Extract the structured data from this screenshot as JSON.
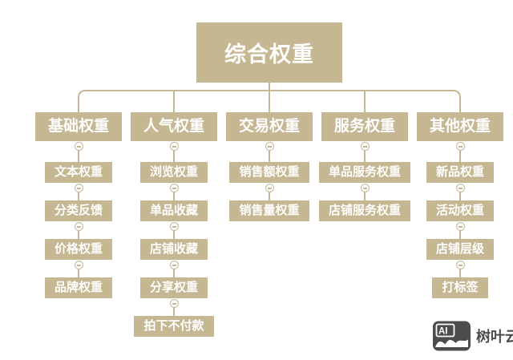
{
  "root": {
    "label": "综合权重"
  },
  "columns": [
    {
      "title": "基础权重",
      "children": [
        "文本权重",
        "分类反馈",
        "价格权重",
        "品牌权重"
      ]
    },
    {
      "title": "人气权重",
      "children": [
        "浏览权重",
        "单品收藏",
        "店铺收藏",
        "分享权重",
        "拍下不付款"
      ]
    },
    {
      "title": "交易权重",
      "children": [
        "销售额权重",
        "销售量权重"
      ]
    },
    {
      "title": "服务权重",
      "children": [
        "单品服务权重",
        "店铺服务权重"
      ]
    },
    {
      "title": "其他权重",
      "children": [
        "新品权重",
        "活动权重",
        "店铺层级",
        "打标签"
      ]
    }
  ],
  "watermark": {
    "logo_text": "AI",
    "brand": "树叶云"
  },
  "colors": {
    "node_fill": "#c6b793",
    "node_text": "#ffffff",
    "connector_line": "#c6b793",
    "watermark_gray": "#4c4c4f",
    "background": "#ffffff"
  },
  "icons": {
    "collapse_toggle": "minus-in-circle",
    "logo": "ai-image-logo"
  }
}
